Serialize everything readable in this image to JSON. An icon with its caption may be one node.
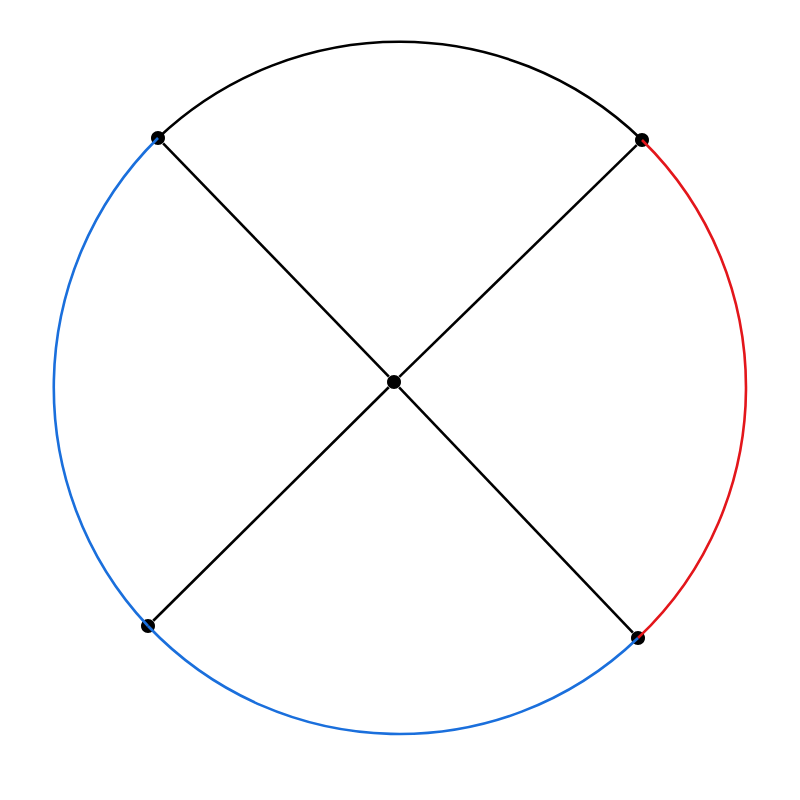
{
  "diagram": {
    "nodes": [
      {
        "text": [],
        "shape": "circle"
      },
      {
        "text": [],
        "shape": "circle"
      },
      {
        "text": [],
        "shape": "circle"
      },
      {
        "text": [],
        "shape": "circle"
      },
      {
        "text": [],
        "shape": "circle"
      }
    ],
    "edges": [
      {
        "from": 0,
        "to": 2,
        "arrow": "none"
      },
      {
        "from": 1,
        "to": 2,
        "arrow": "none"
      },
      {
        "from": 2,
        "to": 3,
        "arrow": "none"
      },
      {
        "from": 2,
        "to": 4,
        "arrow": "none"
      },
      {
        "from": 0,
        "to": 1,
        "arrow": "none"
      },
      {
        "from": 1,
        "to": 4,
        "arrow": "none",
        "color": "#e3161b"
      },
      {
        "from": 4,
        "to": 3,
        "arrow": "none",
        "color": "#1a6fdc"
      },
      {
        "from": 3,
        "to": 0,
        "arrow": "none",
        "color": "#1a6fdc"
      }
    ]
  }
}
